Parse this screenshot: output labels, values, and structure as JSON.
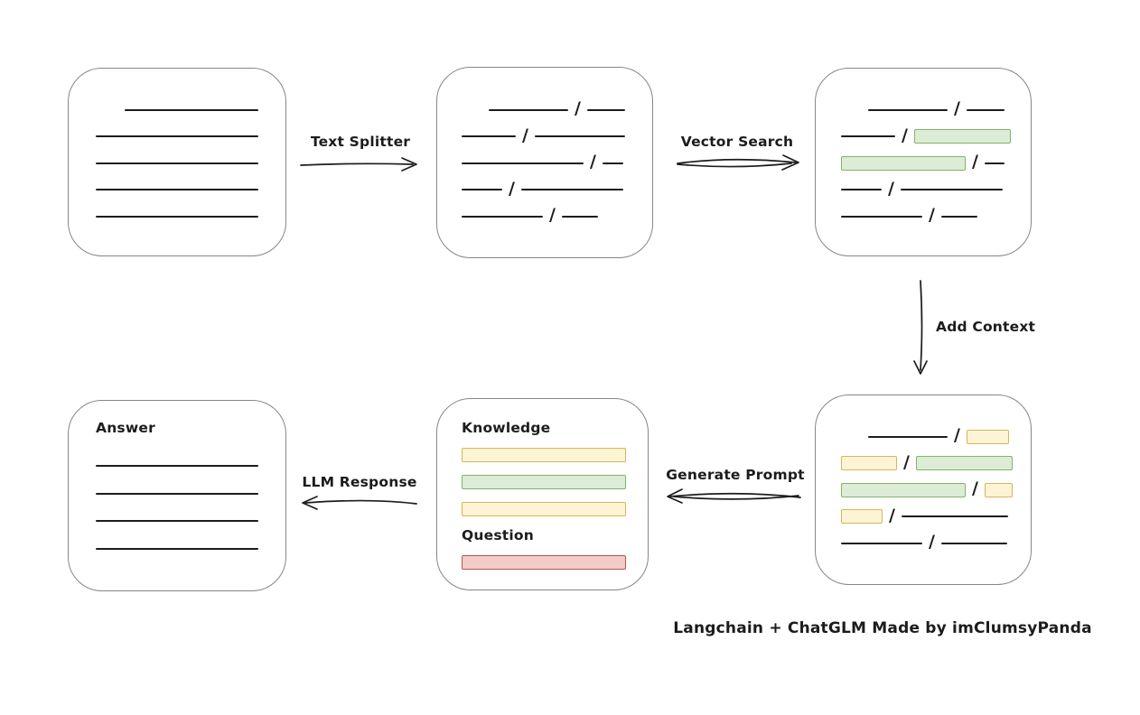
{
  "title": "Langchain + ChatGLM workflow diagram",
  "colors": {
    "background": "#ffffff",
    "stroke": "#1c1c1c",
    "box_border": "#868686",
    "green_fill": "#dcecd7",
    "green_border": "#82b366",
    "yellow_fill": "#fdf3d5",
    "yellow_border": "#d6b656",
    "red_fill": "#f3cbc9",
    "red_border": "#b85450"
  },
  "nodes": {
    "source_document": {
      "rows": [
        {
          "indent": 32,
          "segs": [
            {
              "t": "line",
              "w": 148
            }
          ]
        },
        {
          "segs": [
            {
              "t": "line",
              "w": 180
            }
          ]
        },
        {
          "segs": [
            {
              "t": "line",
              "w": 180
            }
          ]
        },
        {
          "segs": [
            {
              "t": "line",
              "w": 180
            }
          ]
        },
        {
          "segs": [
            {
              "t": "line",
              "w": 180
            }
          ]
        }
      ]
    },
    "split_chunks": {
      "rows": [
        {
          "indent": 30,
          "segs": [
            {
              "t": "line",
              "w": 88
            },
            {
              "t": "slash"
            },
            {
              "t": "line",
              "w": 42
            }
          ]
        },
        {
          "segs": [
            {
              "t": "line",
              "w": 60
            },
            {
              "t": "slash"
            },
            {
              "t": "line",
              "w": 100
            }
          ]
        },
        {
          "segs": [
            {
              "t": "line",
              "w": 135
            },
            {
              "t": "slash"
            },
            {
              "t": "line",
              "w": 23
            }
          ]
        },
        {
          "segs": [
            {
              "t": "line",
              "w": 45
            },
            {
              "t": "slash"
            },
            {
              "t": "line",
              "w": 113
            }
          ]
        },
        {
          "segs": [
            {
              "t": "line",
              "w": 90
            },
            {
              "t": "slash"
            },
            {
              "t": "line",
              "w": 40
            }
          ]
        }
      ]
    },
    "matched_chunks": {
      "rows": [
        {
          "indent": 30,
          "segs": [
            {
              "t": "line",
              "w": 88
            },
            {
              "t": "slash"
            },
            {
              "t": "line",
              "w": 42
            }
          ]
        },
        {
          "segs": [
            {
              "t": "line",
              "w": 60
            },
            {
              "t": "slash"
            },
            {
              "t": "box",
              "c": "green",
              "w": 107
            }
          ]
        },
        {
          "segs": [
            {
              "t": "box",
              "c": "green",
              "w": 138
            },
            {
              "t": "slash"
            },
            {
              "t": "line",
              "w": 22
            }
          ]
        },
        {
          "segs": [
            {
              "t": "line",
              "w": 45
            },
            {
              "t": "slash"
            },
            {
              "t": "line",
              "w": 113
            }
          ]
        },
        {
          "segs": [
            {
              "t": "line",
              "w": 90
            },
            {
              "t": "slash"
            },
            {
              "t": "line",
              "w": 40
            }
          ]
        }
      ]
    },
    "context_chunks": {
      "rows": [
        {
          "indent": 30,
          "segs": [
            {
              "t": "line",
              "w": 88
            },
            {
              "t": "slash"
            },
            {
              "t": "box",
              "c": "yellow",
              "w": 47
            }
          ]
        },
        {
          "segs": [
            {
              "t": "box",
              "c": "yellow",
              "w": 62
            },
            {
              "t": "slash"
            },
            {
              "t": "box",
              "c": "green",
              "w": 107
            }
          ]
        },
        {
          "segs": [
            {
              "t": "box",
              "c": "green",
              "w": 138
            },
            {
              "t": "slash"
            },
            {
              "t": "box",
              "c": "yellow",
              "w": 31
            }
          ]
        },
        {
          "segs": [
            {
              "t": "box",
              "c": "yellow",
              "w": 46
            },
            {
              "t": "slash"
            },
            {
              "t": "line",
              "w": 118
            }
          ]
        },
        {
          "segs": [
            {
              "t": "line",
              "w": 90
            },
            {
              "t": "slash"
            },
            {
              "t": "line",
              "w": 73
            }
          ]
        }
      ]
    },
    "prompt": {
      "knowledge_label": "Knowledge",
      "question_label": "Question",
      "knowledge_rows": [
        {
          "segs": [
            {
              "t": "box",
              "c": "yellow",
              "w": 182
            }
          ]
        },
        {
          "segs": [
            {
              "t": "box",
              "c": "green",
              "w": 182
            }
          ]
        },
        {
          "segs": [
            {
              "t": "box",
              "c": "yellow",
              "w": 182
            }
          ]
        }
      ],
      "question_rows": [
        {
          "segs": [
            {
              "t": "box",
              "c": "red",
              "w": 182
            }
          ]
        }
      ]
    },
    "answer": {
      "label": "Answer",
      "rows": [
        {
          "segs": [
            {
              "t": "line",
              "w": 180
            }
          ]
        },
        {
          "segs": [
            {
              "t": "line",
              "w": 180
            }
          ]
        },
        {
          "segs": [
            {
              "t": "line",
              "w": 180
            }
          ]
        },
        {
          "segs": [
            {
              "t": "line",
              "w": 180
            }
          ]
        }
      ]
    }
  },
  "arrows": {
    "text_splitter": {
      "label": "Text Splitter",
      "direction": "right"
    },
    "vector_search": {
      "label": "Vector Search",
      "direction": "right"
    },
    "add_context": {
      "label": "Add Context",
      "direction": "down"
    },
    "generate_prompt": {
      "label": "Generate Prompt",
      "direction": "left"
    },
    "llm_response": {
      "label": "LLM Response",
      "direction": "left"
    }
  },
  "footer": {
    "credit": "Langchain + ChatGLM Made by imClumsyPanda"
  }
}
